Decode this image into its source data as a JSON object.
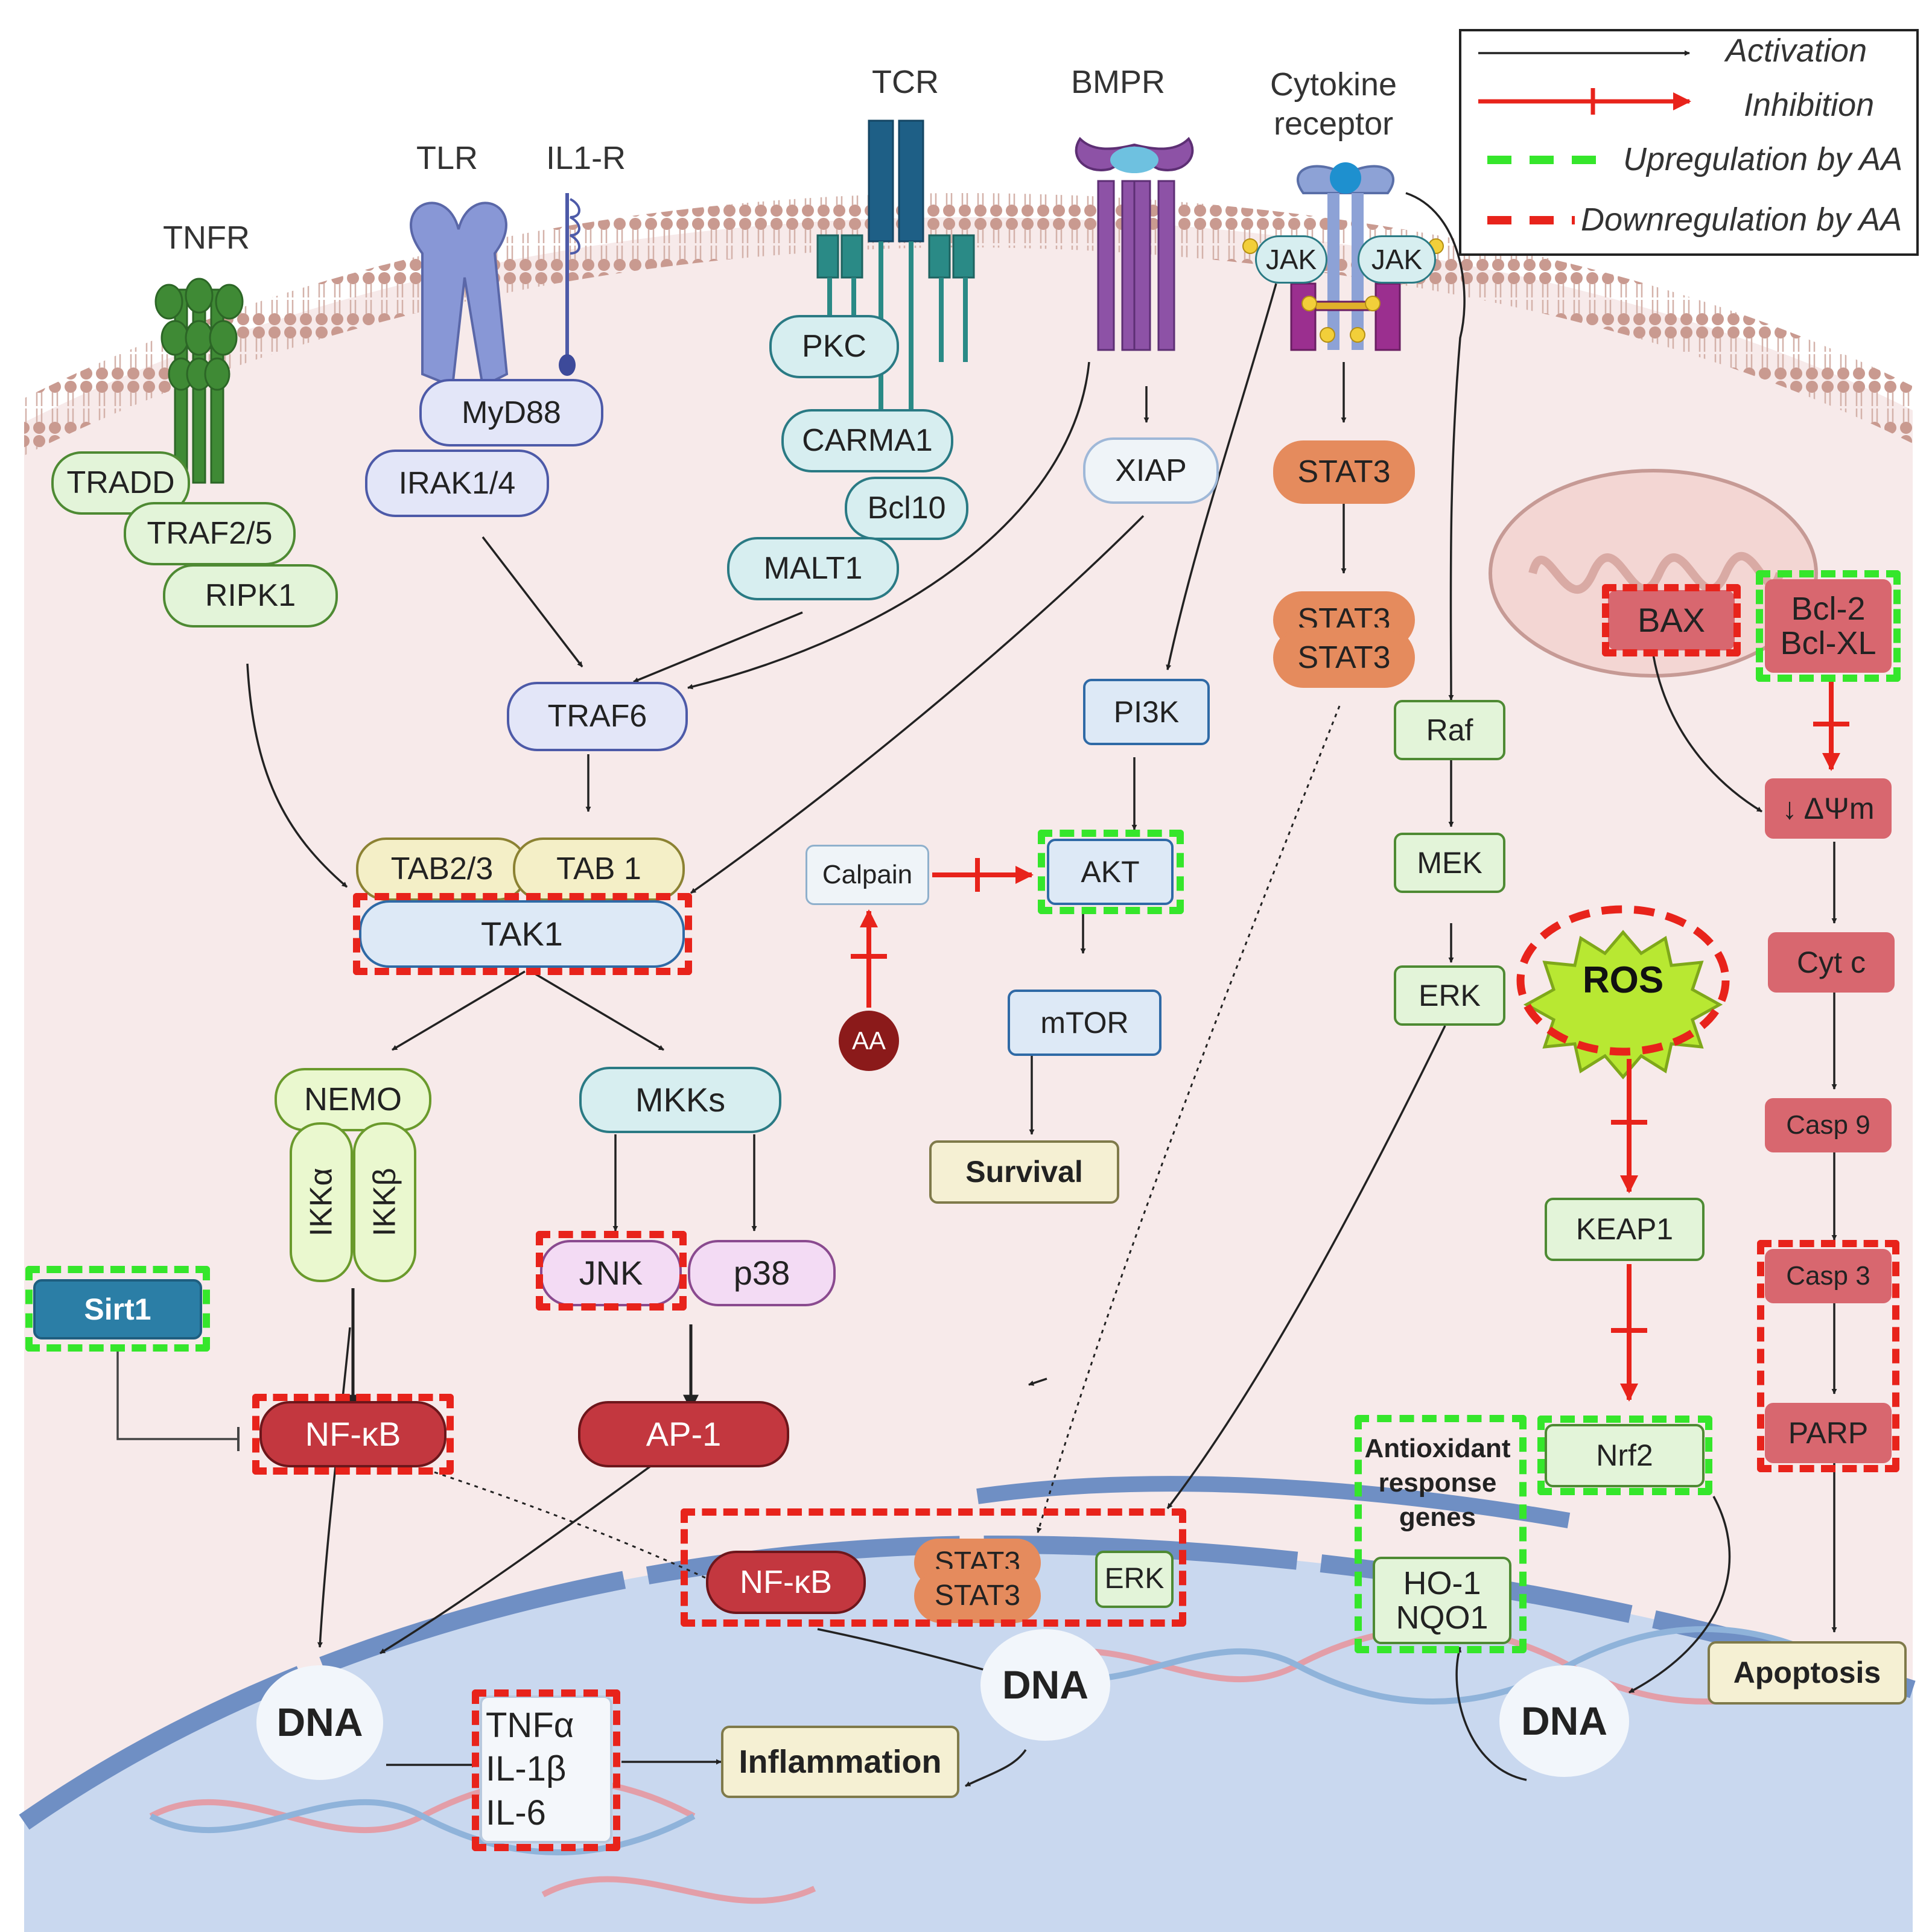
{
  "legend": {
    "activation": "Activation",
    "inhibition": "Inhibition",
    "upregulation": "Upregulation by AA",
    "downregulation": "Downregulation by AA"
  },
  "receptors": {
    "tnfr": "TNFR",
    "tlr": "TLR",
    "il1r": "IL1-R",
    "tcr": "TCR",
    "bmpr": "BMPR",
    "cytokine": "Cytokine\nreceptor"
  },
  "nodes": {
    "jak_left": "JAK",
    "jak_right": "JAK",
    "tradd": "TRADD",
    "traf25": "TRAF2/5",
    "ripk1": "RIPK1",
    "myd88": "MyD88",
    "irak": "IRAK1/4",
    "pkc": "PKC",
    "carma1": "CARMA1",
    "bcl10": "Bcl10",
    "malt1": "MALT1",
    "xiap": "XIAP",
    "stat3": "STAT3",
    "stat3_dimer_top": "STAT3",
    "stat3_dimer_bottom": "STAT3",
    "traf6": "TRAF6",
    "tab23": "TAB2/3",
    "tab1": "TAB 1",
    "tak1": "TAK1",
    "pi3k": "PI3K",
    "calpain": "Calpain",
    "akt": "AKT",
    "aa": "AA",
    "mtor": "mTOR",
    "survival": "Survival",
    "raf": "Raf",
    "mek": "MEK",
    "erk": "ERK",
    "ros": "ROS",
    "keap1": "KEAP1",
    "nrf2": "Nrf2",
    "bax": "BAX",
    "bcl2": "Bcl-2\nBcl-XL",
    "dpsim": "↓ ΔΨm",
    "cytc": "Cyt c",
    "casp9": "Casp 9",
    "casp3": "Casp 3",
    "parp": "PARP",
    "apoptosis": "Apoptosis",
    "nemo": "NEMO",
    "ikka": "IKKα",
    "ikkb": "IKKβ",
    "mkks": "MKKs",
    "jnk": "JNK",
    "p38": "p38",
    "sirt1": "Sirt1",
    "nfkb": "NF-κB",
    "ap1": "AP-1",
    "nfkb_nuc": "NF-κB",
    "stat3_nuc_top": "STAT3",
    "stat3_nuc_bottom": "STAT3",
    "erk_nuc": "ERK",
    "dna_left": "DNA",
    "dna_mid": "DNA",
    "dna_right": "DNA",
    "cytokines": "TNFα\nIL-1β\nIL-6",
    "inflammation": "Inflammation",
    "antioxidant": "Antioxidant\nresponse\ngenes",
    "ho1": "HO-1\nNQO1"
  },
  "colors": {
    "activation": "#222222",
    "inhibition": "#e8231b",
    "upregulation": "#35e62b",
    "downregulation": "#e8231b",
    "membrane": "#c8978d",
    "cytoplasm": "#f7eaea",
    "nucleus": "#c9d8ef"
  }
}
